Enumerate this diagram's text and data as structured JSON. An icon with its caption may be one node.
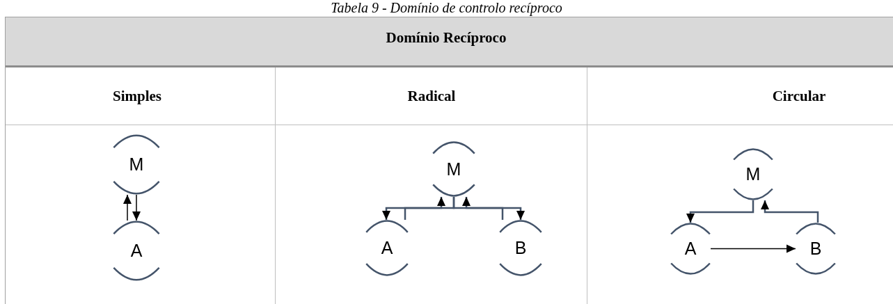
{
  "diagram": {
    "title": "Tabela 9 - Domínio de controlo recíproco",
    "nodes": [
      {
        "text": [
          "M"
        ]
      },
      {
        "text": [
          "A"
        ]
      },
      {
        "text": [
          "M"
        ]
      },
      {
        "text": [
          "A"
        ]
      },
      {
        "text": [
          "B"
        ]
      },
      {
        "text": [
          "M"
        ]
      },
      {
        "text": [
          "A"
        ]
      },
      {
        "text": [
          "B"
        ]
      }
    ],
    "edges": [
      {
        "from": 1,
        "to": 0,
        "arrow": "to",
        "color": "#000000"
      },
      {
        "from": 0,
        "to": 1,
        "arrow": "to",
        "color": "#000000"
      },
      {
        "from": 2,
        "to": 3,
        "arrow": "to"
      },
      {
        "from": 3,
        "to": 2,
        "arrow": "to"
      },
      {
        "from": 4,
        "to": 2,
        "arrow": "to"
      },
      {
        "from": 2,
        "to": 4,
        "arrow": "to"
      },
      {
        "from": 5,
        "to": 6,
        "arrow": "to"
      },
      {
        "from": 7,
        "to": 5,
        "arrow": "to"
      },
      {
        "from": 6,
        "to": 7,
        "arrow": "to",
        "color": "#000000"
      }
    ],
    "labels": [
      "Domínio Recíproco",
      "Simples",
      "Radical",
      "Circular"
    ]
  }
}
